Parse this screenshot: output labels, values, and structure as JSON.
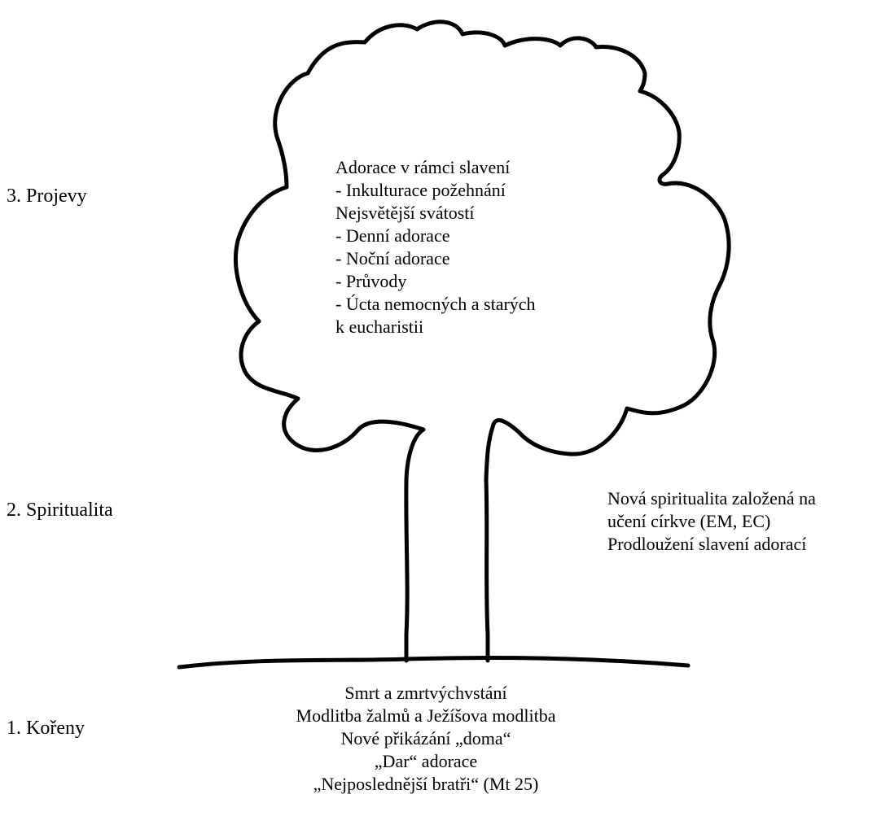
{
  "levels": {
    "projevy": "3. Projevy",
    "spiritualita": "2. Spiritualita",
    "koreny": "1. Kořeny"
  },
  "canopy": {
    "lines": [
      "Adorace v rámci slavení",
      "- Inkulturace požehnání",
      "Nejsvětější svátostí",
      "- Denní adorace",
      "- Noční adorace",
      "- Průvody",
      "- Úcta nemocných a starých",
      "k eucharistii"
    ]
  },
  "spirituality": {
    "lines": [
      "Nová spiritualita založená na",
      "učení církve (EM, EC)",
      "Prodloužení slavení adorací"
    ]
  },
  "roots": {
    "lines": [
      "Smrt a zmrtvýchvstání",
      "Modlitba žalmů a Ježíšova modlitba",
      "Nové přikázání „doma“",
      "„Dar“ adorace",
      "„Nejposlednější bratři“ (Mt 25)"
    ]
  },
  "colors": {
    "ink": "#000000",
    "background": "#ffffff"
  }
}
